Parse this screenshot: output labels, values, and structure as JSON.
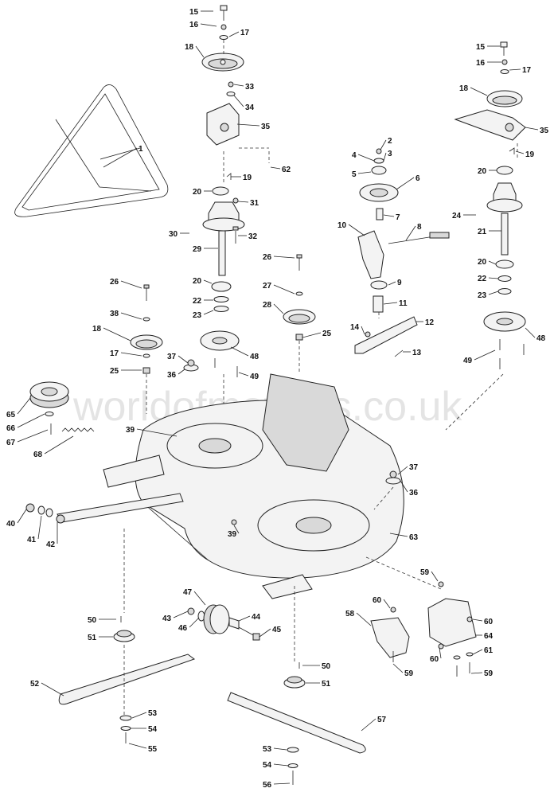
{
  "watermark": "worldofmowers.co.uk",
  "callouts": [
    {
      "id": "c15a",
      "text": "15"
    },
    {
      "id": "c16a",
      "text": "16"
    },
    {
      "id": "c17a",
      "text": "17"
    },
    {
      "id": "c18a",
      "text": "18"
    },
    {
      "id": "c33",
      "text": "33"
    },
    {
      "id": "c34",
      "text": "34"
    },
    {
      "id": "c35a",
      "text": "35"
    },
    {
      "id": "c1",
      "text": "1"
    },
    {
      "id": "c62",
      "text": "62"
    },
    {
      "id": "c19a",
      "text": "19"
    },
    {
      "id": "c20a",
      "text": "20"
    },
    {
      "id": "c31",
      "text": "31"
    },
    {
      "id": "c30",
      "text": "30"
    },
    {
      "id": "c32",
      "text": "32"
    },
    {
      "id": "c29",
      "text": "29"
    },
    {
      "id": "c20b",
      "text": "20"
    },
    {
      "id": "c22a",
      "text": "22"
    },
    {
      "id": "c23a",
      "text": "23"
    },
    {
      "id": "c48a",
      "text": "48"
    },
    {
      "id": "c49a",
      "text": "49"
    },
    {
      "id": "c37a",
      "text": "37"
    },
    {
      "id": "c36a",
      "text": "36"
    },
    {
      "id": "c26a",
      "text": "26"
    },
    {
      "id": "c38",
      "text": "38"
    },
    {
      "id": "c18b",
      "text": "18"
    },
    {
      "id": "c17b",
      "text": "17"
    },
    {
      "id": "c25a",
      "text": "25"
    },
    {
      "id": "c26b",
      "text": "26"
    },
    {
      "id": "c27",
      "text": "27"
    },
    {
      "id": "c28",
      "text": "28"
    },
    {
      "id": "c25b",
      "text": "25"
    },
    {
      "id": "c65",
      "text": "65"
    },
    {
      "id": "c66",
      "text": "66"
    },
    {
      "id": "c67",
      "text": "67"
    },
    {
      "id": "c68",
      "text": "68"
    },
    {
      "id": "c39a",
      "text": "39"
    },
    {
      "id": "c39b",
      "text": "39"
    },
    {
      "id": "c40",
      "text": "40"
    },
    {
      "id": "c41",
      "text": "41"
    },
    {
      "id": "c42",
      "text": "42"
    },
    {
      "id": "c2",
      "text": "2"
    },
    {
      "id": "c3",
      "text": "3"
    },
    {
      "id": "c4",
      "text": "4"
    },
    {
      "id": "c5",
      "text": "5"
    },
    {
      "id": "c6",
      "text": "6"
    },
    {
      "id": "c7",
      "text": "7"
    },
    {
      "id": "c8",
      "text": "8"
    },
    {
      "id": "c10",
      "text": "10"
    },
    {
      "id": "c9",
      "text": "9"
    },
    {
      "id": "c11",
      "text": "11"
    },
    {
      "id": "c12",
      "text": "12"
    },
    {
      "id": "c14",
      "text": "14"
    },
    {
      "id": "c13",
      "text": "13"
    },
    {
      "id": "c15b",
      "text": "15"
    },
    {
      "id": "c16b",
      "text": "16"
    },
    {
      "id": "c17c",
      "text": "17"
    },
    {
      "id": "c18c",
      "text": "18"
    },
    {
      "id": "c35b",
      "text": "35"
    },
    {
      "id": "c19b",
      "text": "19"
    },
    {
      "id": "c20c",
      "text": "20"
    },
    {
      "id": "c24",
      "text": "24"
    },
    {
      "id": "c21",
      "text": "21"
    },
    {
      "id": "c20d",
      "text": "20"
    },
    {
      "id": "c22b",
      "text": "22"
    },
    {
      "id": "c23b",
      "text": "23"
    },
    {
      "id": "c48b",
      "text": "48"
    },
    {
      "id": "c49b",
      "text": "49"
    },
    {
      "id": "c37b",
      "text": "37"
    },
    {
      "id": "c36b",
      "text": "36"
    },
    {
      "id": "c63",
      "text": "63"
    },
    {
      "id": "c59a",
      "text": "59"
    },
    {
      "id": "c60a",
      "text": "60"
    },
    {
      "id": "c58",
      "text": "58"
    },
    {
      "id": "c60b",
      "text": "60"
    },
    {
      "id": "c64",
      "text": "64"
    },
    {
      "id": "c61",
      "text": "61"
    },
    {
      "id": "c60c",
      "text": "60"
    },
    {
      "id": "c59b",
      "text": "59"
    },
    {
      "id": "c59c",
      "text": "59"
    },
    {
      "id": "c47",
      "text": "47"
    },
    {
      "id": "c43",
      "text": "43"
    },
    {
      "id": "c46",
      "text": "46"
    },
    {
      "id": "c44",
      "text": "44"
    },
    {
      "id": "c45",
      "text": "45"
    },
    {
      "id": "c50a",
      "text": "50"
    },
    {
      "id": "c51a",
      "text": "51"
    },
    {
      "id": "c52",
      "text": "52"
    },
    {
      "id": "c53a",
      "text": "53"
    },
    {
      "id": "c54a",
      "text": "54"
    },
    {
      "id": "c55",
      "text": "55"
    },
    {
      "id": "c50b",
      "text": "50"
    },
    {
      "id": "c51b",
      "text": "51"
    },
    {
      "id": "c57",
      "text": "57"
    },
    {
      "id": "c53b",
      "text": "53"
    },
    {
      "id": "c54b",
      "text": "54"
    },
    {
      "id": "c56",
      "text": "56"
    }
  ]
}
